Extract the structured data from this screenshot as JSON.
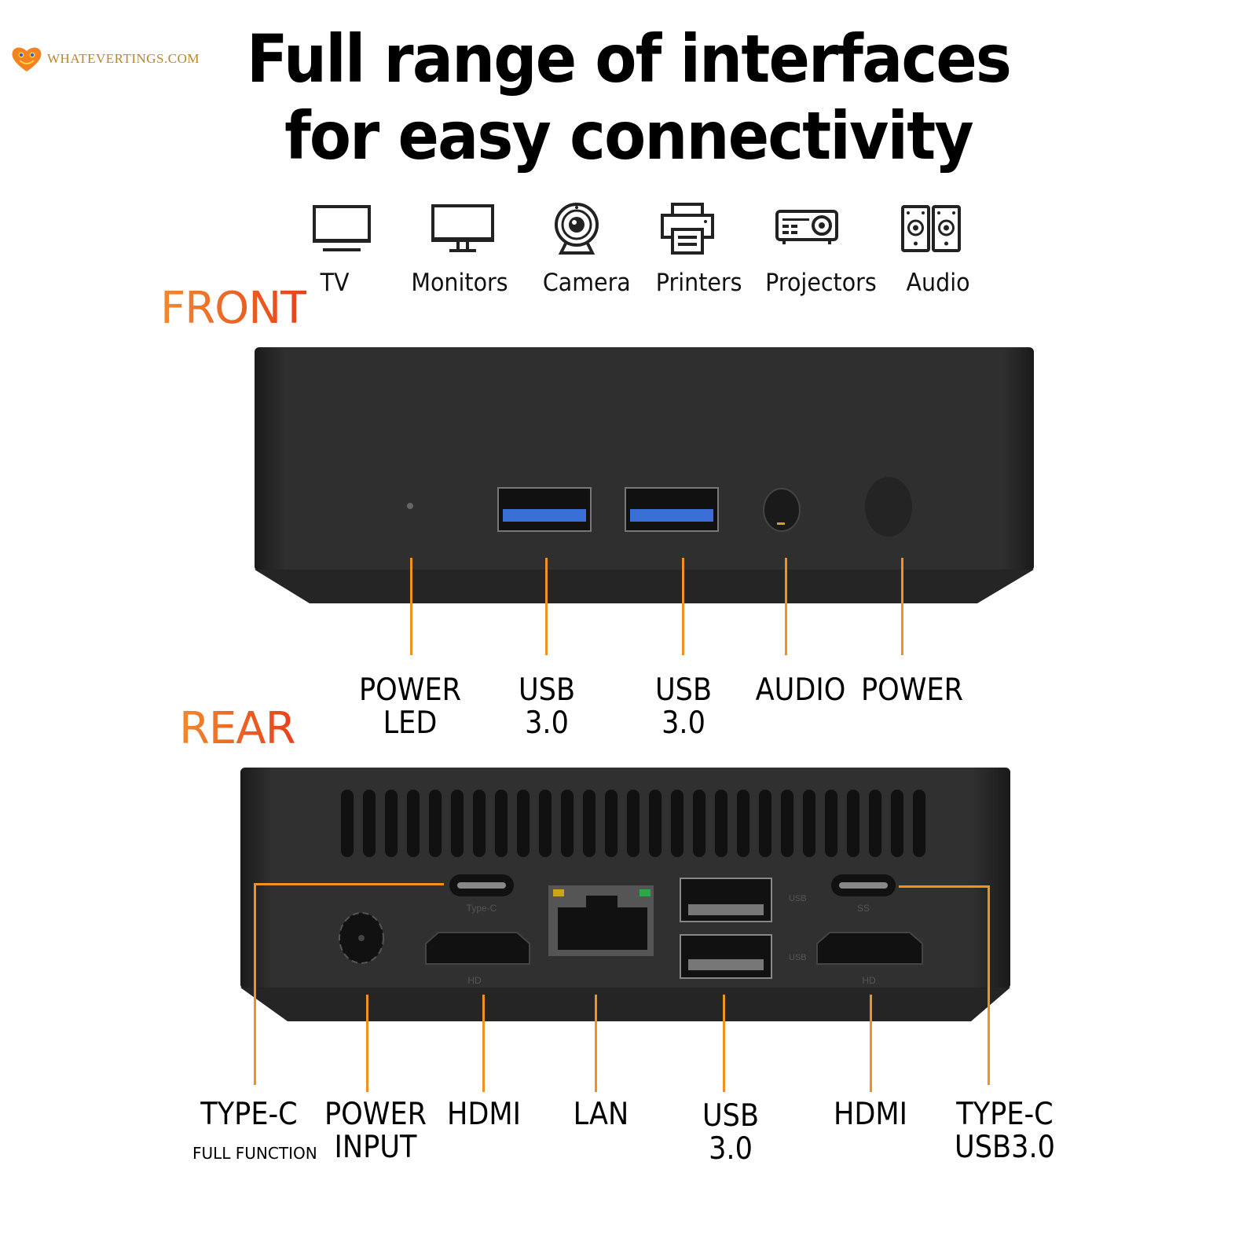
{
  "watermark": {
    "text": "WHATEVERTINGS.COM",
    "heart_color": "#f58220"
  },
  "title": {
    "line1": "Full range of interfaces",
    "line2": "for easy connectivity"
  },
  "compat": [
    {
      "label": "TV",
      "icon": "tv-icon"
    },
    {
      "label": "Monitors",
      "icon": "monitor-icon"
    },
    {
      "label": "Camera",
      "icon": "webcam-icon"
    },
    {
      "label": "Printers",
      "icon": "printer-icon"
    },
    {
      "label": "Projectors",
      "icon": "projector-icon"
    },
    {
      "label": "Audio",
      "icon": "speakers-icon"
    }
  ],
  "front": {
    "label": "FRONT",
    "ports": [
      {
        "line1": "POWER",
        "line2": "LED"
      },
      {
        "line1": "USB",
        "line2": "3.0"
      },
      {
        "line1": "USB",
        "line2": "3.0"
      },
      {
        "line1": "AUDIO",
        "line2": ""
      },
      {
        "line1": "POWER",
        "line2": ""
      }
    ]
  },
  "rear": {
    "label": "REAR",
    "ports": [
      {
        "line1": "TYPE-C",
        "line2": "FULL FUNCTION"
      },
      {
        "line1": "POWER",
        "line2": "INPUT"
      },
      {
        "line1": "HDMI",
        "line2": ""
      },
      {
        "line1": "LAN",
        "line2": ""
      },
      {
        "line1": "USB",
        "line2": "3.0"
      },
      {
        "line1": "HDMI",
        "line2": ""
      },
      {
        "line1": "TYPE-C",
        "line2": "USB3.0"
      }
    ],
    "engravings": {
      "typec_left": "Type-C",
      "typec_right": "SS",
      "usb": "USB",
      "hdmi": "HD"
    }
  },
  "colors": {
    "accent_orange": "#f0921e",
    "label_gradient_start": "#f08a30",
    "label_gradient_end": "#e8401a",
    "device_body": "#2e2e2e",
    "usb_blue": "#3a6fd8"
  }
}
